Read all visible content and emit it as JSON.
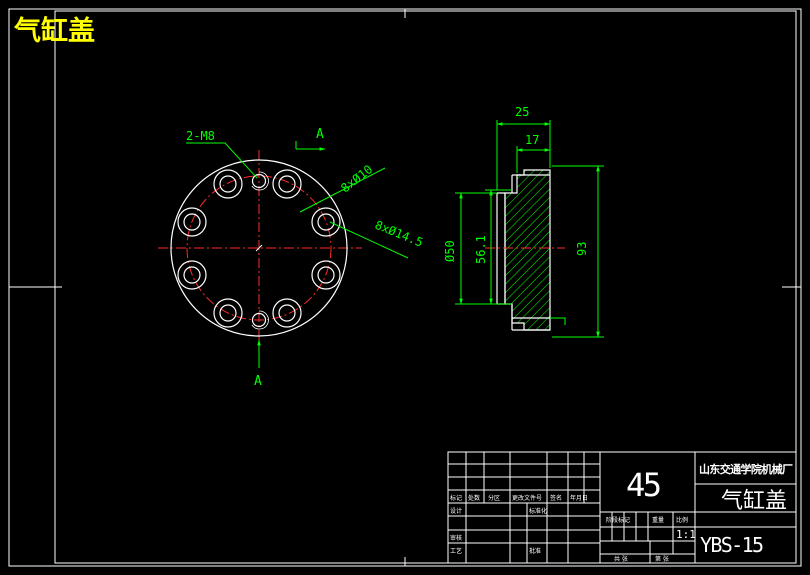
{
  "drawing": {
    "corner_title": "气缸盖",
    "colors": {
      "background": "#000000",
      "outline": "#ffffff",
      "centerline": "#ff2a2a",
      "dimension": "#00ff00",
      "corner_title": "#ffff00",
      "hatch": "#00ff00"
    }
  },
  "front_view": {
    "callouts": {
      "tapped_holes": "2-M8",
      "bolt_holes": "8xØ10",
      "counterbores": "8xØ14.5"
    },
    "section_marks": {
      "top": "A",
      "bottom": "A"
    }
  },
  "side_view": {
    "dimensions": {
      "overall_depth": "25",
      "flange_depth": "17",
      "bore_diameter": "Ø50",
      "inner_diameter": "56.1",
      "outer_diameter": "93"
    }
  },
  "title_block": {
    "material": "45",
    "school": "山东交通学院机械厂",
    "part_name": "气缸盖",
    "drawing_number": "YBS-15",
    "scale": "1:1",
    "labels": {
      "mark": "标记",
      "count": "处数",
      "zone": "分区",
      "change_doc": "更改文件号",
      "signature": "签名",
      "date": "年月日",
      "design": "设计",
      "standardize": "标准化",
      "review": "审核",
      "process": "工艺",
      "approve": "批准",
      "stage_mark": "阶段标记",
      "weight": "重量",
      "ratio": "比例",
      "sheets_total": "共 张",
      "sheet_no": "第 张"
    }
  }
}
